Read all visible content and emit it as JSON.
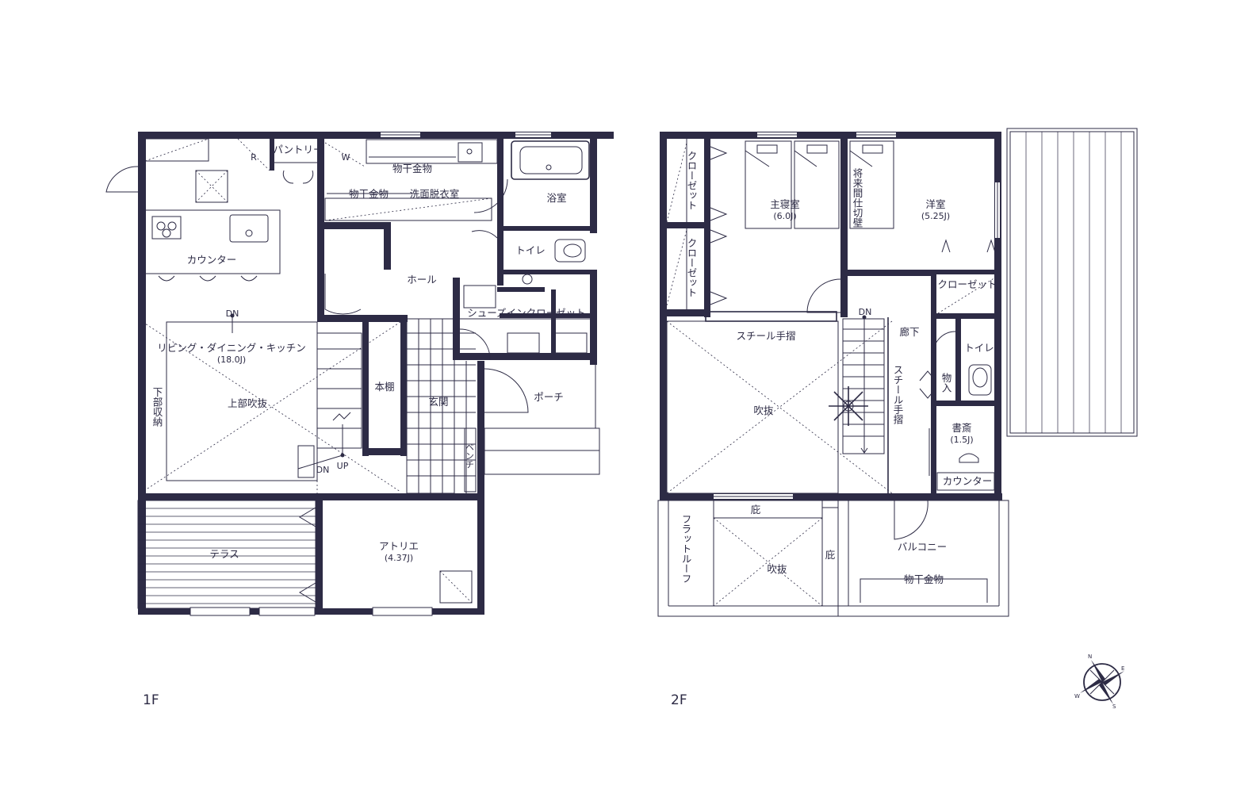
{
  "floors": [
    {
      "name": "1F"
    },
    {
      "name": "2F"
    }
  ],
  "rooms_1f": {
    "pantry": "パントリー",
    "r": "R",
    "w": "W",
    "drying_rack_top": "物干金物",
    "drying_rack_left": "物干金物",
    "washroom": "洗面脱衣室",
    "bath": "浴室",
    "counter": "カウンター",
    "toilet": "トイレ",
    "hall": "ホール",
    "shoe_closet": "シューズインクローゼット",
    "dn": "DN",
    "ldk": "リビング・ダイニング・キッチン",
    "ldk_size": "(18.0J)",
    "under_storage": "下部収納",
    "void_above": "上部吹抜",
    "bookshelf": "本棚",
    "entrance": "玄関",
    "porch": "ポーチ",
    "dn2": "DN",
    "up": "UP",
    "bench": "ベンチ",
    "terrace": "テラス",
    "atelier": "アトリエ",
    "atelier_size": "(4.37J)"
  },
  "rooms_2f": {
    "closet_1": "クローゼット",
    "closet_2": "クローゼット",
    "master_bedroom": "主寝室",
    "master_size": "(6.0J)",
    "future_partition": "将来間仕切壁",
    "western_room": "洋室",
    "western_size": "(5.25J)",
    "closet_3": "クローゼット",
    "dn": "DN",
    "steel_handrail_h": "スチール手摺",
    "corridor": "廊下",
    "toilet": "トイレ",
    "storage": "物入",
    "void": "吹抜",
    "steel_handrail_v": "スチール手摺",
    "study": "書斎",
    "study_size": "(1.5J)",
    "counter": "カウンター",
    "eaves_1": "庇",
    "eaves_2": "庇",
    "flat_roof": "フラットルーフ",
    "void_2": "吹抜",
    "balcony": "バルコニー",
    "drying_rack": "物干金物"
  },
  "compass": {
    "n": "N",
    "e": "E",
    "s": "S",
    "w": "W"
  },
  "colors": {
    "ink": "#2d2b45",
    "background": "#ffffff"
  }
}
